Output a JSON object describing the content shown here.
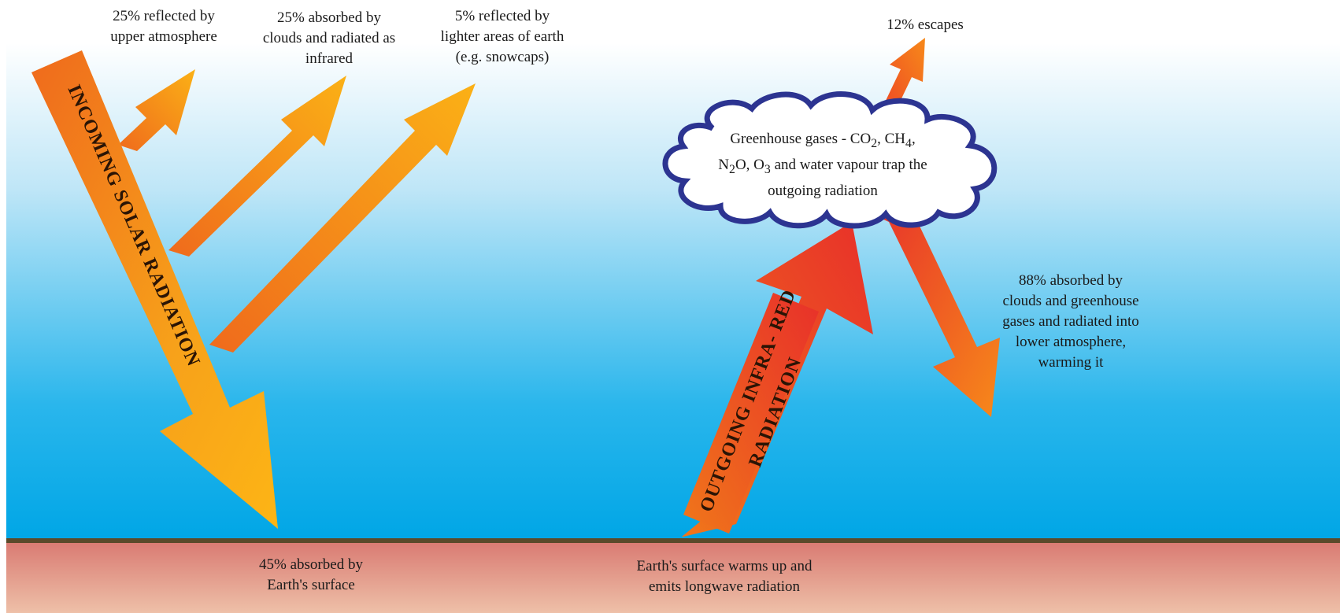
{
  "labels": {
    "reflected_upper": [
      "25% reflected by",
      "upper atmosphere"
    ],
    "absorbed_clouds": [
      "25% absorbed by",
      "clouds and radiated as",
      "infrared"
    ],
    "reflected_lighter": [
      "5% reflected by",
      "lighter areas of earth",
      "(e.g. snowcaps)"
    ],
    "escapes": "12% escapes",
    "absorbed_greenhouse": [
      "88% absorbed by",
      "clouds and greenhouse",
      "gases and radiated into",
      "lower atmosphere,",
      "warming it"
    ],
    "absorbed_surface": [
      "45%  absorbed by",
      "Earth's surface"
    ],
    "surface_warms": [
      "Earth's surface warms up and",
      "emits longwave radiation"
    ]
  },
  "arrows": {
    "incoming": "INCOMING SOLAR RADIATION",
    "outgoing_1": "OUTGOING INFRA- RED",
    "outgoing_2": "RADIATION"
  },
  "cloud": {
    "line1_a": "Greenhouse gases -  CO",
    "line1_sub1": "2",
    "line1_b": ", CH",
    "line1_sub2": "4",
    "line1_c": ",",
    "line2_a": "N",
    "line2_sub1": "2",
    "line2_b": "O, O",
    "line2_sub2": "3",
    "line2_c": " and water vapour trap the",
    "line3": "outgoing  radiation"
  },
  "colors": {
    "sky_top": "#ffffff",
    "sky_bottom": "#00a6e6",
    "ground_line": "#5a4a2a",
    "ground_top": "#d97a72",
    "ground_bottom": "#eec0a8",
    "arrow_orange": "#f7a11a",
    "arrow_red": "#e8442a",
    "cloud_outline": "#2c3491"
  }
}
